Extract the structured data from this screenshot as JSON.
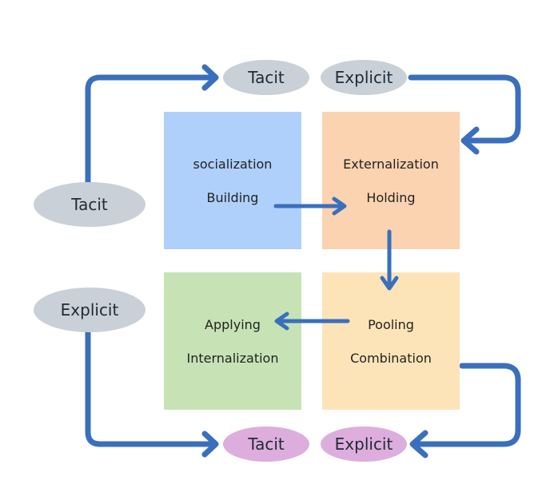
{
  "colors": {
    "arrow": "#3a6fbd",
    "oval_gray": "#c9d0d8",
    "oval_pink": "#ddaedd",
    "socialization_box": "#afd0fb",
    "externalization_box": "#fbd3b0",
    "internalization_box": "#c7e3b6",
    "combination_box": "#fde4b8"
  },
  "quadrants": {
    "socialization": {
      "title": "socialization",
      "subtitle": "Building"
    },
    "externalization": {
      "title": "Externalization",
      "subtitle": "Holding"
    },
    "internalization": {
      "title": "Applying",
      "subtitle": "Internalization"
    },
    "combination": {
      "title": "Pooling",
      "subtitle": "Combination"
    }
  },
  "ovals": {
    "top_left": "Tacit",
    "top_right": "Explicit",
    "left_top": "Tacit",
    "left_bottom": "Explicit",
    "bottom_left": "Tacit",
    "bottom_right": "Explicit"
  },
  "icons": [
    "arrow-right-icon",
    "arrow-down-icon",
    "arrow-left-icon"
  ]
}
